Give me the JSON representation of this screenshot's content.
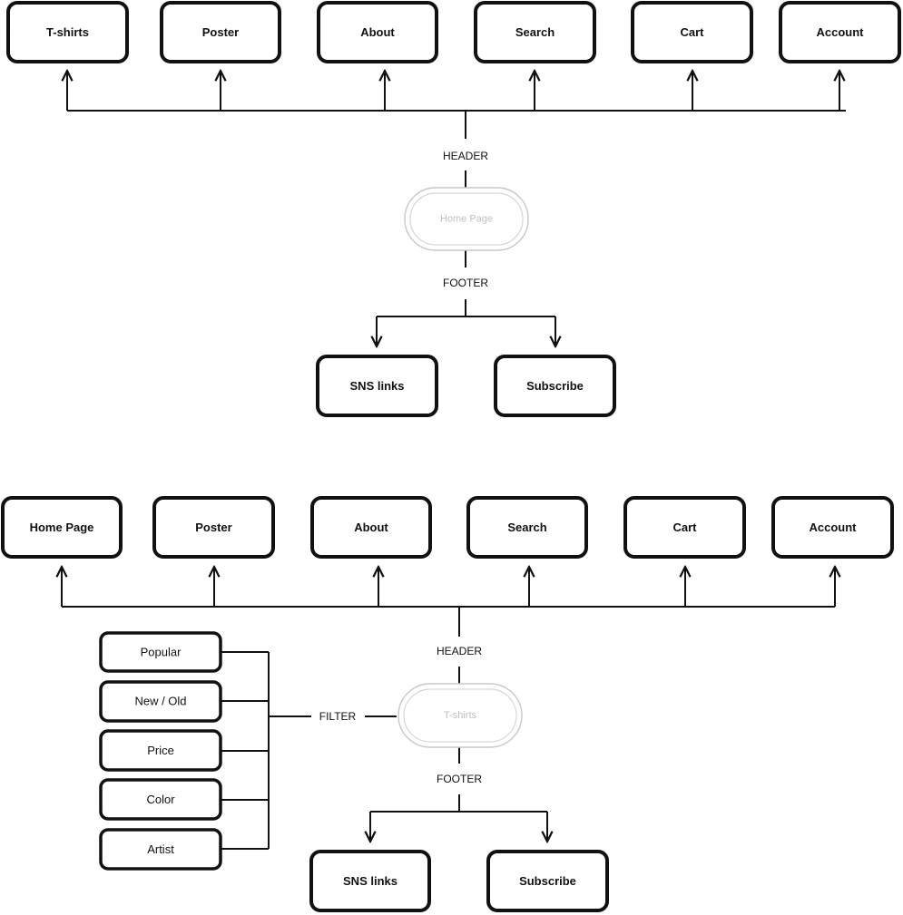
{
  "diagram1": {
    "header_nodes": [
      "T-shirts",
      "Poster",
      "About",
      "Search",
      "Cart",
      "Account"
    ],
    "header_label": "HEADER",
    "center": "Home Page",
    "footer_label": "FOOTER",
    "footer_nodes": [
      "SNS links",
      "Subscribe"
    ]
  },
  "diagram2": {
    "header_nodes": [
      "Home Page",
      "Poster",
      "About",
      "Search",
      "Cart",
      "Account"
    ],
    "header_label": "HEADER",
    "center": "T-shirts",
    "filter_label": "FILTER",
    "filter_nodes": [
      "Popular",
      "New / Old",
      "Price",
      "Color",
      "Artist"
    ],
    "footer_label": "FOOTER",
    "footer_nodes": [
      "SNS links",
      "Subscribe"
    ]
  }
}
